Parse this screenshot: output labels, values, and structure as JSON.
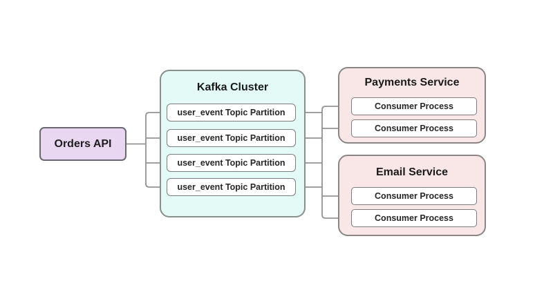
{
  "diagram": {
    "type": "flowchart",
    "background": "#ffffff",
    "connector_color": "#929292",
    "nodes": {
      "orders_api": {
        "label": "Orders API",
        "fill": "#e9d7f2"
      },
      "kafka_cluster": {
        "title": "Kafka Cluster",
        "fill": "#e4faf6",
        "partitions": [
          "user_event Topic Partition",
          "user_event Topic Partition",
          "user_event Topic Partition",
          "user_event Topic Partition"
        ]
      },
      "payments_service": {
        "title": "Payments Service",
        "fill": "#f9e6e6",
        "consumers": [
          "Consumer Process",
          "Consumer Process"
        ]
      },
      "email_service": {
        "title": "Email Service",
        "fill": "#f9e6e6",
        "consumers": [
          "Consumer Process",
          "Consumer Process"
        ]
      }
    },
    "edges": [
      "Orders API -> user_event Topic Partition (x4)",
      "user_event Topic Partitions -> Payments Service Consumer Process (x2)",
      "user_event Topic Partitions -> Email Service Consumer Process (x2)"
    ]
  }
}
